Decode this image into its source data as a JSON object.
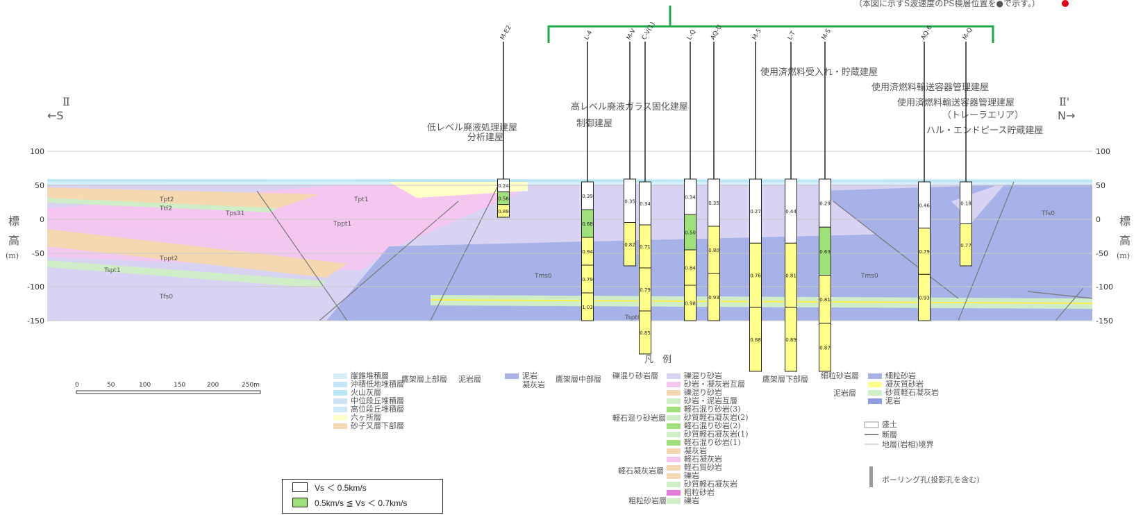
{
  "header_note": "（本図に示すS波速度のPS検層位置を●で示す。）",
  "section": {
    "left_mark": "Ⅱ",
    "left_dir": "←S",
    "right_mark": "Ⅱ'",
    "right_dir": "N→",
    "y_label_chars": [
      "標",
      "高"
    ],
    "y_unit": "(m)",
    "y_ticks": [
      "100",
      "50",
      "0",
      "-50",
      "-100",
      "-150"
    ]
  },
  "buildings": [
    "使用済燃料受入れ・貯蔵建屋",
    "使用済燃料輸送容器管理建屋",
    "使用済燃料輸送容器管理建屋",
    "（トレーラエリア）",
    "高レベル廃液ガラス固化建屋",
    "分析建屋",
    "制御建屋",
    "低レベル廃液処理建屋",
    "ハル・エンドピース貯蔵建屋"
  ],
  "boreholes": [
    {
      "name": "M-E2",
      "values": [
        "0.24",
        "0.56",
        "0.89"
      ]
    },
    {
      "name": "L-4",
      "values": [
        "0.39",
        "0.68",
        "0.94",
        "0.79",
        "1.03"
      ]
    },
    {
      "name": "M-V",
      "values": [
        "0.35",
        "0.82"
      ]
    },
    {
      "name": "C-V(1)",
      "values": [
        "0.34",
        "0.71",
        "0.79",
        "0.85"
      ]
    },
    {
      "name": "L-Q",
      "values": [
        "0.34",
        "0.50",
        "0.84",
        "0.98"
      ]
    },
    {
      "name": "AQ-U",
      "values": [
        "0.35",
        "0.80",
        "0.93"
      ]
    },
    {
      "name": "M-5",
      "values": [
        "0.27",
        "0.76",
        "0.88"
      ]
    },
    {
      "name": "L-T",
      "values": [
        "0.44",
        "0.81",
        "0.89"
      ]
    },
    {
      "name": "M-S",
      "values": [
        "0.29",
        "0.63",
        "0.81",
        "0.87"
      ]
    },
    {
      "name": "AQ-6",
      "values": [
        "0.46",
        "0.79",
        "0.93"
      ]
    },
    {
      "name": "M-Q",
      "values": [
        "0.18",
        "0.77"
      ]
    }
  ],
  "unit_labels": [
    "Tpt2",
    "Ttf2",
    "Tppt2",
    "Tps31",
    "Tfs0",
    "Tms0",
    "Tspt0",
    "Tppt1",
    "Tpt1",
    "Tspt1",
    "Tfs0",
    "Tms0"
  ],
  "scale_bar": {
    "ticks": [
      "0",
      "50",
      "100",
      "150",
      "200",
      "250m"
    ]
  },
  "legend": {
    "title": "凡　例",
    "surface_units": [
      "崖錐堆積層",
      "沖積低地堆積層",
      "火山灰層",
      "中位段丘堆積層",
      "高位段丘堆積層",
      "六ヶ所層",
      "砂子又層下部層"
    ],
    "upper_group": "鷹架層上部層",
    "upper_sub": "泥岩層",
    "upper_items": [
      "泥岩",
      "凝灰岩"
    ],
    "middle_group": "鷹架層中部層",
    "middle_sub": [
      "礫混り砂岩層",
      "軽石混り砂岩層",
      "軽石凝灰岩層",
      "粗粒砂岩層"
    ],
    "middle_items": [
      "礫混り砂岩",
      "砂岩・凝灰岩互層",
      "礫混り砂岩",
      "砂岩・泥岩互層",
      "軽石混り砂岩(3)",
      "砂質軽石凝灰岩(2)",
      "軽石混り砂岩(2)",
      "砂質軽石凝灰岩(1)",
      "軽石混り砂岩(1)",
      "凝灰岩",
      "軽石凝灰岩",
      "軽石質砂岩",
      "礫岩",
      "砂質軽石凝灰岩",
      "粗粒砂岩",
      "礫岩"
    ],
    "lower_group": "鷹架層下部層",
    "lower_sub": [
      "細粒砂岩層",
      "泥岩層"
    ],
    "lower_items": [
      "細粒砂岩",
      "凝灰質砂岩",
      "砂質軽石凝灰岩",
      "泥岩"
    ],
    "misc": [
      "盛土",
      "断層",
      "地層(岩相)境界",
      "ボーリング孔(投影孔を含む)"
    ]
  },
  "vs_legend": [
    "Vs ＜ 0.5km/s",
    "0.5km/s ≦ Vs ＜ 0.7km/s"
  ],
  "colors": {
    "pink": "#f5c6f0",
    "peach": "#f6d8b0",
    "lavender": "#d8d3f3",
    "blue": "#a7b2e8",
    "green": "#cfeec8",
    "yellow": "#ffff8a",
    "lime": "#9fe07a",
    "bracket": "#1fa84a"
  }
}
